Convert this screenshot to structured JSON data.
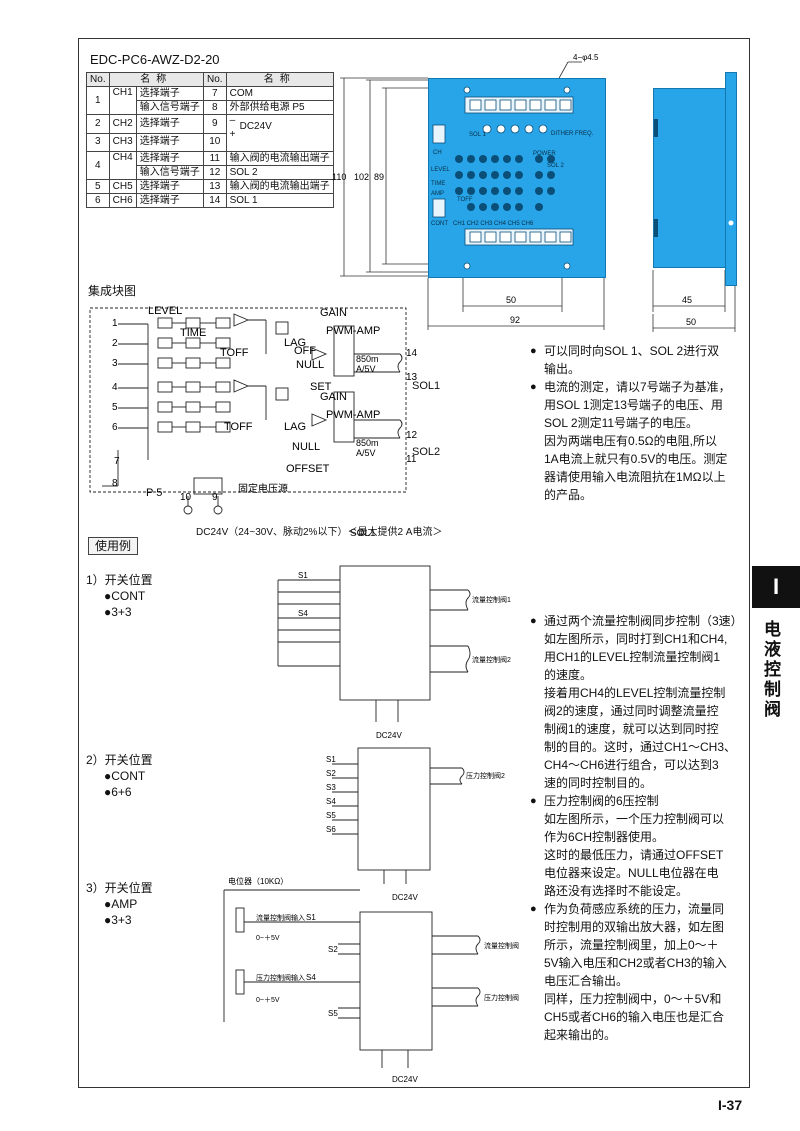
{
  "model": "EDC-PC6-AWZ-D2-20",
  "pin_table": {
    "headers": [
      "No.",
      "名称",
      "No.",
      "名称"
    ],
    "rows": [
      [
        "1",
        "CH1",
        "选择端子",
        "7",
        "COM"
      ],
      [
        "",
        "",
        "输入信号端子",
        "8",
        "外部供给电源  P5"
      ],
      [
        "2",
        "CH2",
        "选择端子",
        "9",
        "–"
      ],
      [
        "3",
        "CH3",
        "选择端子",
        "10",
        "+"
      ],
      [
        "4",
        "CH4",
        "选择端子",
        "11",
        "输入阀的电流输出端子"
      ],
      [
        "",
        "",
        "输入信号端子",
        "12",
        "SOL 2"
      ],
      [
        "5",
        "CH5",
        "选择端子",
        "13",
        "输入阀的电流输出端子"
      ],
      [
        "6",
        "CH6",
        "选择端子",
        "14",
        "SOL 1"
      ]
    ],
    "dc24v": "DC24V"
  },
  "dims": {
    "hole": "4−φ4.5",
    "h110": "110",
    "h102": "102",
    "h89": "89",
    "w50": "50",
    "w92": "92",
    "s45": "45",
    "s50": "50"
  },
  "board_labels": {
    "sol": "SOL 1",
    "ch": "CH",
    "level": "LEVEL",
    "time": "TIME",
    "toff": "TOFF",
    "amp": "AMP",
    "cont": "CONT",
    "power": "POWER",
    "sol2": "SOL 2",
    "dither": "DITHER FREQ.",
    "chs": "CH1 CH2 CH3 CH4 CH5 CH6"
  },
  "block_title": "集成块图",
  "block": {
    "level": "LEVEL",
    "time": "TIME",
    "toff1": "TOFF",
    "toff2": "TOFF",
    "gain1": "GAIN",
    "gain2": "GAIN",
    "pwm1": "PWM-AMP",
    "pwm2": "PWM-AMP",
    "lag1": "LAG",
    "lag2": "LAG",
    "null1": "NULL",
    "null2": "NULL",
    "off": "OFF",
    "set": "SET",
    "offset": "OFFSET",
    "r1": "850m",
    "r1b": "A/5V",
    "r2": "850m",
    "r2b": "A/5V",
    "t14": "14",
    "t13": "13",
    "t12": "12",
    "t11": "11",
    "sol1": "SOL1",
    "sol2": "SOL2",
    "p5": "P 5",
    "n8": "8",
    "n7": "7",
    "n10": "10",
    "n9": "9",
    "n1": "1",
    "n2": "2",
    "n3": "3",
    "n4": "4",
    "n5": "5",
    "n6": "6",
    "fixed_supply": "固定电压源",
    "caption": "DC24V（24~30V、脉动2%以下）＜最大提供2 A电流＞"
  },
  "notes_top": {
    "b1_l1": "可以同时向SOL 1、SOL 2进行双",
    "b1_l2": "输出。",
    "b2_l1": "电流的测定，请以7号端子为基准，",
    "b2_l2": "用SOL 1测定13号端子的电压、用",
    "b2_l3": "SOL 2测定11号端子的电压。",
    "b2_l4": "因为两端电压有0.5Ω的电阻,所以",
    "b2_l5": "1A电流上就只有0.5V的电压。测定",
    "b2_l6": "器请使用输入电流阻抗在1MΩ以上",
    "b2_l7": "的产品。"
  },
  "use_example": "使用例",
  "cases": [
    {
      "title": "1）开关位置",
      "a": "●CONT",
      "b": "●3+3"
    },
    {
      "title": "2）开关位置",
      "a": "●CONT",
      "b": "●6+6"
    },
    {
      "title": "3）开关位置",
      "a": "●AMP",
      "b": "●3+3"
    }
  ],
  "wiring": {
    "s1": "S1",
    "s2": "S2",
    "s3": "S3",
    "s4": "S4",
    "s5": "S5",
    "s6": "S6",
    "flow1": "流量控制阀1",
    "flow2": "流量控制阀2",
    "pressure2": "压力控制阀2",
    "flow": "流量控制阀",
    "pressure": "压力控制阀",
    "dc24v": "DC24V",
    "pot": "电位器（10KΩ）",
    "flow_in": "流量控制阀输入",
    "press_in": "压力控制阀输入",
    "range": "0~＋5V"
  },
  "notes_bottom": {
    "b1_l1": "通过两个流量控制阀同步控制（3速）",
    "b1_l2": "如左图所示，同时打到CH1和CH4,",
    "b1_l3": "用CH1的LEVEL控制流量控制阀1",
    "b1_l4": "的速度。",
    "b1_l5": "接着用CH4的LEVEL控制流量控制",
    "b1_l6": "阀2的速度，通过同时调整流量控",
    "b1_l7": "制阀1的速度，就可以达到同时控",
    "b1_l8": "制的目的。这时，通过CH1～CH3、",
    "b1_l9": "CH4～CH6进行组合，可以达到3",
    "b1_l10": "速的同时控制目的。",
    "b2_l1": "压力控制阀的6压控制",
    "b2_l2": "如左图所示，一个压力控制阀可以",
    "b2_l3": "作为6CH控制器使用。",
    "b2_l4": "这时的最低压力，请通过OFFSET",
    "b2_l5": "电位器来设定。NULL电位器在电",
    "b2_l6": "路还没有选择时不能设定。",
    "b3_l1": "作为负荷感应系统的压力，流量同",
    "b3_l2": "时控制用的双输出放大器，如左图",
    "b3_l3": "所示，流量控制阀里，加上0～＋",
    "b3_l4": "5V输入电压和CH2或者CH3的输入",
    "b3_l5": "电压汇合输出。",
    "b3_l6": "同样，压力控制阀中，0～＋5V和",
    "b3_l7": "CH5或者CH6的输入电压也是汇合",
    "b3_l8": "起来输出的。"
  },
  "side_tab": {
    "letter": "I",
    "text": "电液控制阀"
  },
  "page_number": "I-37"
}
